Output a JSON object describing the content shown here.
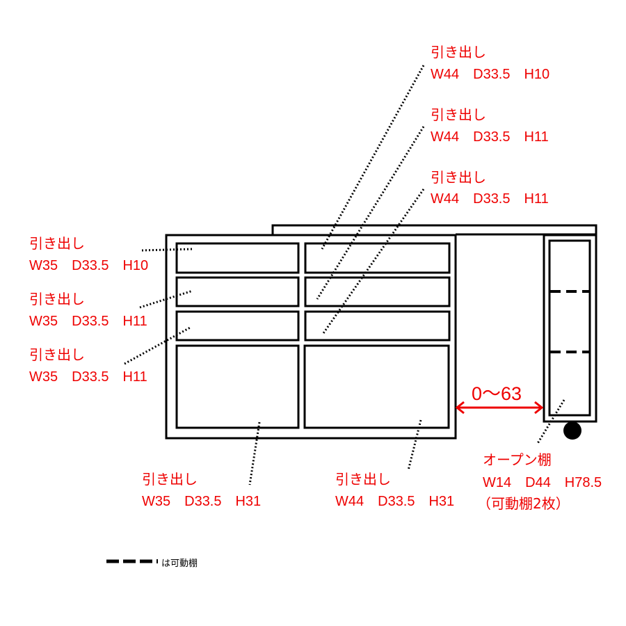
{
  "colors": {
    "annotation": "#ee0000",
    "lines": "#000000"
  },
  "labels": {
    "right_drawer_1": {
      "name": "引き出し",
      "dims": "W44　D33.5　H10"
    },
    "right_drawer_2": {
      "name": "引き出し",
      "dims": "W44　D33.5　H11"
    },
    "right_drawer_3": {
      "name": "引き出し",
      "dims": "W44　D33.5　H11"
    },
    "left_drawer_1": {
      "name": "引き出し",
      "dims": "W35　D33.5　H10"
    },
    "left_drawer_2": {
      "name": "引き出し",
      "dims": "W35　D33.5　H11"
    },
    "left_drawer_3": {
      "name": "引き出し",
      "dims": "W35　D33.5　H11"
    },
    "left_bottom_drawer": {
      "name": "引き出し",
      "dims": "W35　D33.5　H31"
    },
    "right_bottom_drawer": {
      "name": "引き出し",
      "dims": "W44　D33.5　H31"
    },
    "open_shelf": {
      "name": "オープン棚",
      "dims": "W14　D44　H78.5",
      "note": "（可動棚2枚）"
    }
  },
  "gap_range": "0〜63",
  "legend": {
    "text": "は可動棚"
  }
}
